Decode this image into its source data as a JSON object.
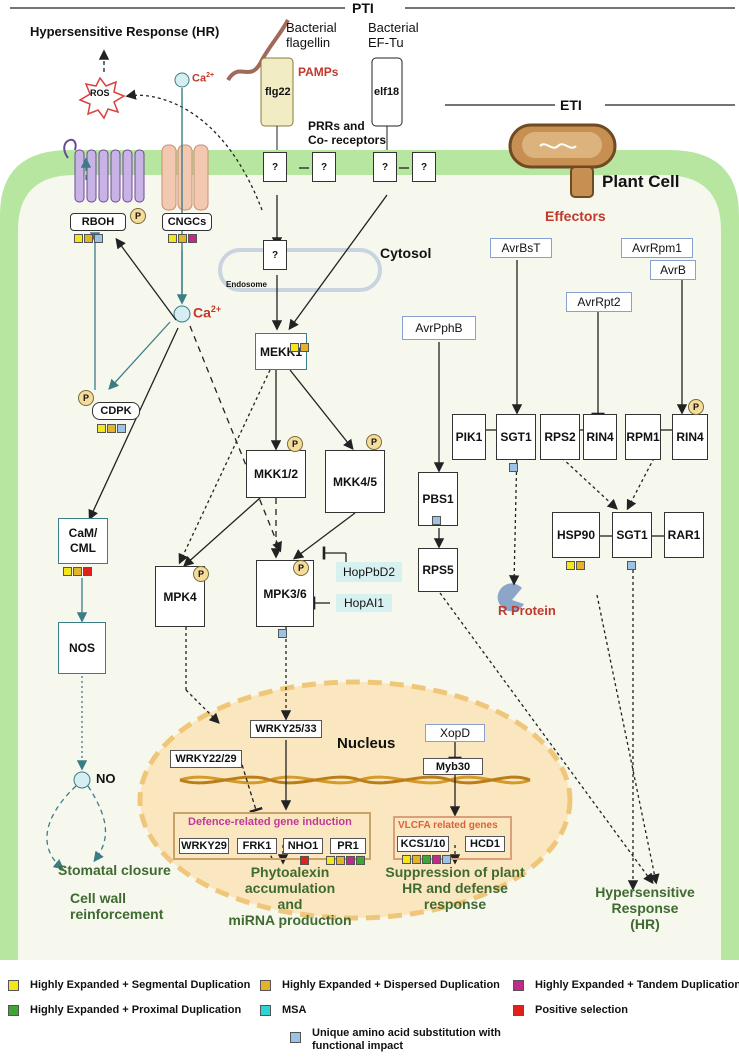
{
  "headers": {
    "pti": "PTI",
    "eti": "ETI",
    "plant_cell": "Plant Cell",
    "cytosol": "Cytosol",
    "nucleus": "Nucleus",
    "endosome": "Endosome",
    "effectors": "Effectors"
  },
  "pti": {
    "hr_title": "Hypersensitive Response (HR)",
    "ros": "ROS",
    "ca": "Ca",
    "ca_sup": "2+",
    "ca_small_sup": "2+",
    "rboh": "RBOH",
    "cngcs": "CNGCs",
    "cdpk": "CDPK",
    "cam": "CaM/\nCML",
    "nos": "NOS",
    "no": "NO",
    "bacterial_flagellin": "Bacterial\nflagellin",
    "bacterial_eftu": "Bacterial\nEF-Tu",
    "pamps": "PAMPs",
    "flg22": "flg22",
    "elf18": "elf18",
    "prrs": "PRRs and\nCo- receptors",
    "unknown": "?",
    "mekk1": "MEKK1",
    "mkk12": "MKK1/2",
    "mkk45": "MKK4/5",
    "mpk4": "MPK4",
    "mpk36": "MPK3/6",
    "hoppbd2": "HopPbD2",
    "hopai1": "HopAI1",
    "wrky2533": "WRKY25/33",
    "wrky2229": "WRKY22/29",
    "defence_title": "Defence-related gene induction",
    "defence_genes": [
      "WRKY29",
      "FRK1",
      "NHO1",
      "PR1"
    ],
    "p": "P"
  },
  "eti": {
    "avrbst": "AvrBsT",
    "avrrpm1": "AvrRpm1",
    "avrb": "AvrB",
    "avrrpt2": "AvrRpt2",
    "avrphpb": "AvrPphB",
    "pik1": "PIK1",
    "sgt1": "SGT1",
    "rps2": "RPS2",
    "rin4": "RIN4",
    "rpm1": "RPM1",
    "pbs1": "PBS1",
    "rps5": "RPS5",
    "hsp90": "HSP90",
    "rar1": "RAR1",
    "r_protein": "R Protein",
    "xopd": "XopD",
    "myb30": "Myb30",
    "vlcfa_title": "VLCFA related genes",
    "vlcfa_genes": [
      "KCS1/10",
      "HCD1"
    ]
  },
  "outcomes": {
    "stomatal": "Stomatal closure",
    "cellwall": "Cell wall\nreinforcement",
    "phytoalexin": "Phytoalexin\naccumulation\nand\nmiRNA production",
    "suppression": "Suppression of plant\nHR and defense\nresponse",
    "hr": "Hypersensitive\nResponse\n(HR)"
  },
  "legend": [
    {
      "label": "Highly Expanded + Segmental Duplication",
      "color": "#f4e61e"
    },
    {
      "label": "Highly Expanded + Dispersed Duplication",
      "color": "#e2b42a"
    },
    {
      "label": "Highly Expanded + Tandem Duplication",
      "color": "#c02a8a"
    },
    {
      "label": "Highly Expanded + Proximal Duplication",
      "color": "#3fa535"
    },
    {
      "label": "MSA",
      "color": "#2ed3d3"
    },
    {
      "label": "Positive selection",
      "color": "#e0201a"
    },
    {
      "label": "Unique amino acid substitution with\nfunctional impact",
      "color": "#9cc3e6"
    }
  ],
  "colors": {
    "cell_wall": "#b6e6a0",
    "cytoplasm": "#f6f8ee",
    "nucleus": "#fbe7bf",
    "outcome": "#3f6a30",
    "red_label": "#c0392b",
    "teal_line": "#3b7d87"
  }
}
